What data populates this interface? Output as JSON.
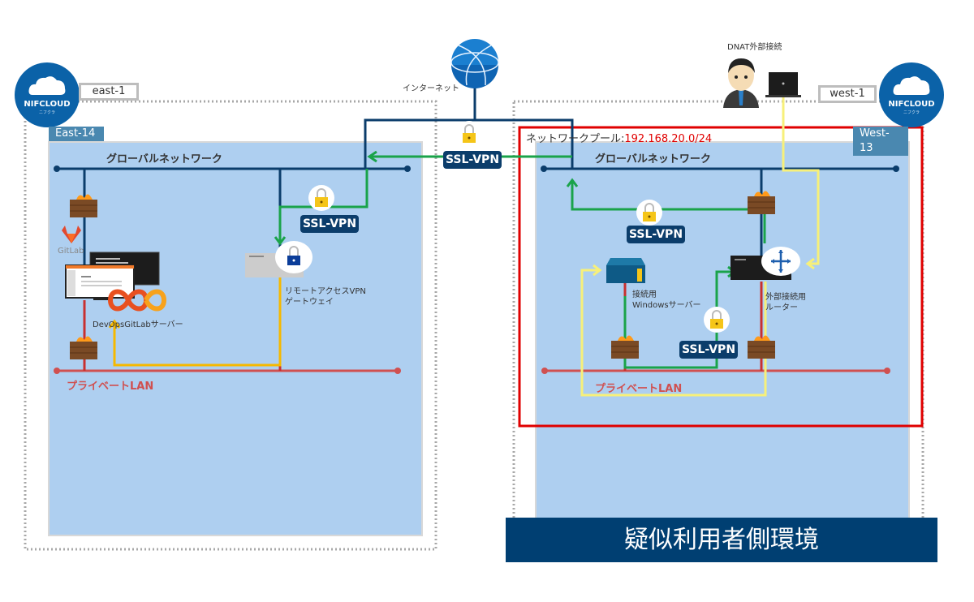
{
  "internet": {
    "label": "インターネット",
    "icon": "globe-icon"
  },
  "east": {
    "region_label": "east-1",
    "zone_label": "East-14",
    "logo": {
      "name": "NIFCLOUD",
      "sub": "ニフクラ"
    },
    "global_network_label": "グローバルネットワーク",
    "private_lan_label": "プライベートLAN",
    "gitlab_logo_label": "GitLab",
    "gitlab_server_label": "DevOpsGitLabサーバー",
    "vpn_gateway_label_line1": "リモートアクセスVPN",
    "vpn_gateway_label_line2": "ゲートウェイ",
    "ssl_vpn_label": "SSL-VPN"
  },
  "center": {
    "ssl_vpn_label": "SSL-VPN"
  },
  "west": {
    "region_label": "west-1",
    "zone_label": "West-13",
    "logo": {
      "name": "NIFCLOUD",
      "sub": "ニフクラ"
    },
    "network_pool_label": "ネットワークプール:",
    "network_pool_value": "192.168.20.0/24",
    "global_network_label": "グローバルネットワーク",
    "private_lan_label": "プライベートLAN",
    "dnat_label": "DNAT外部接続",
    "windows_server_label_line1": "接続用",
    "windows_server_label_line2": "Windowsサーバー",
    "router_label_line1": "外部接続用",
    "router_label_line2": "ルーター",
    "ssl_vpn_upper_label": "SSL-VPN",
    "ssl_vpn_lower_label": "SSL-VPN"
  },
  "banner": {
    "label": "疑似利用者側環境"
  },
  "colors": {
    "panel_blue": "#aecff0",
    "global_line": "#0b3d6b",
    "private_line": "#d05050",
    "vpn_green": "#1aa34a",
    "east_user_path": "#f5b800",
    "west_user_path": "#f7f07a",
    "highlight_red": "#e00000",
    "banner": "#003f72"
  }
}
